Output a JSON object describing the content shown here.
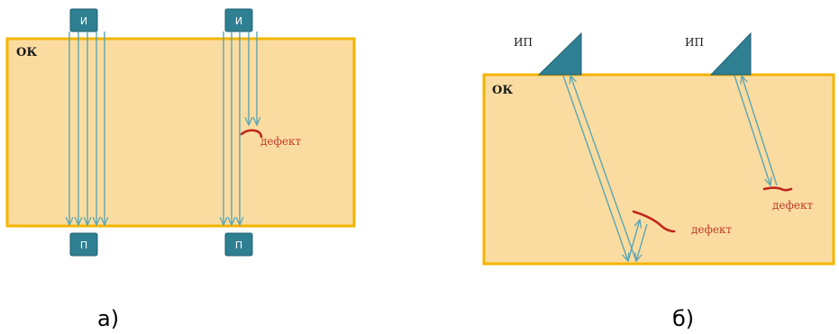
{
  "panel_a": {
    "object_label": "ОК",
    "emitter_label": "И",
    "receiver_label": "П",
    "defect_label": "дефект",
    "caption": "а)"
  },
  "panel_b": {
    "object_label": "ОК",
    "probe_label": "ИП",
    "defect_label": "дефект",
    "caption": "б)"
  },
  "colors": {
    "object_fill": "#fbdca0",
    "object_border": "#f5b400",
    "transducer": "#2f7f93",
    "beam": "#5aa6b5",
    "defect": "#c0271f"
  }
}
